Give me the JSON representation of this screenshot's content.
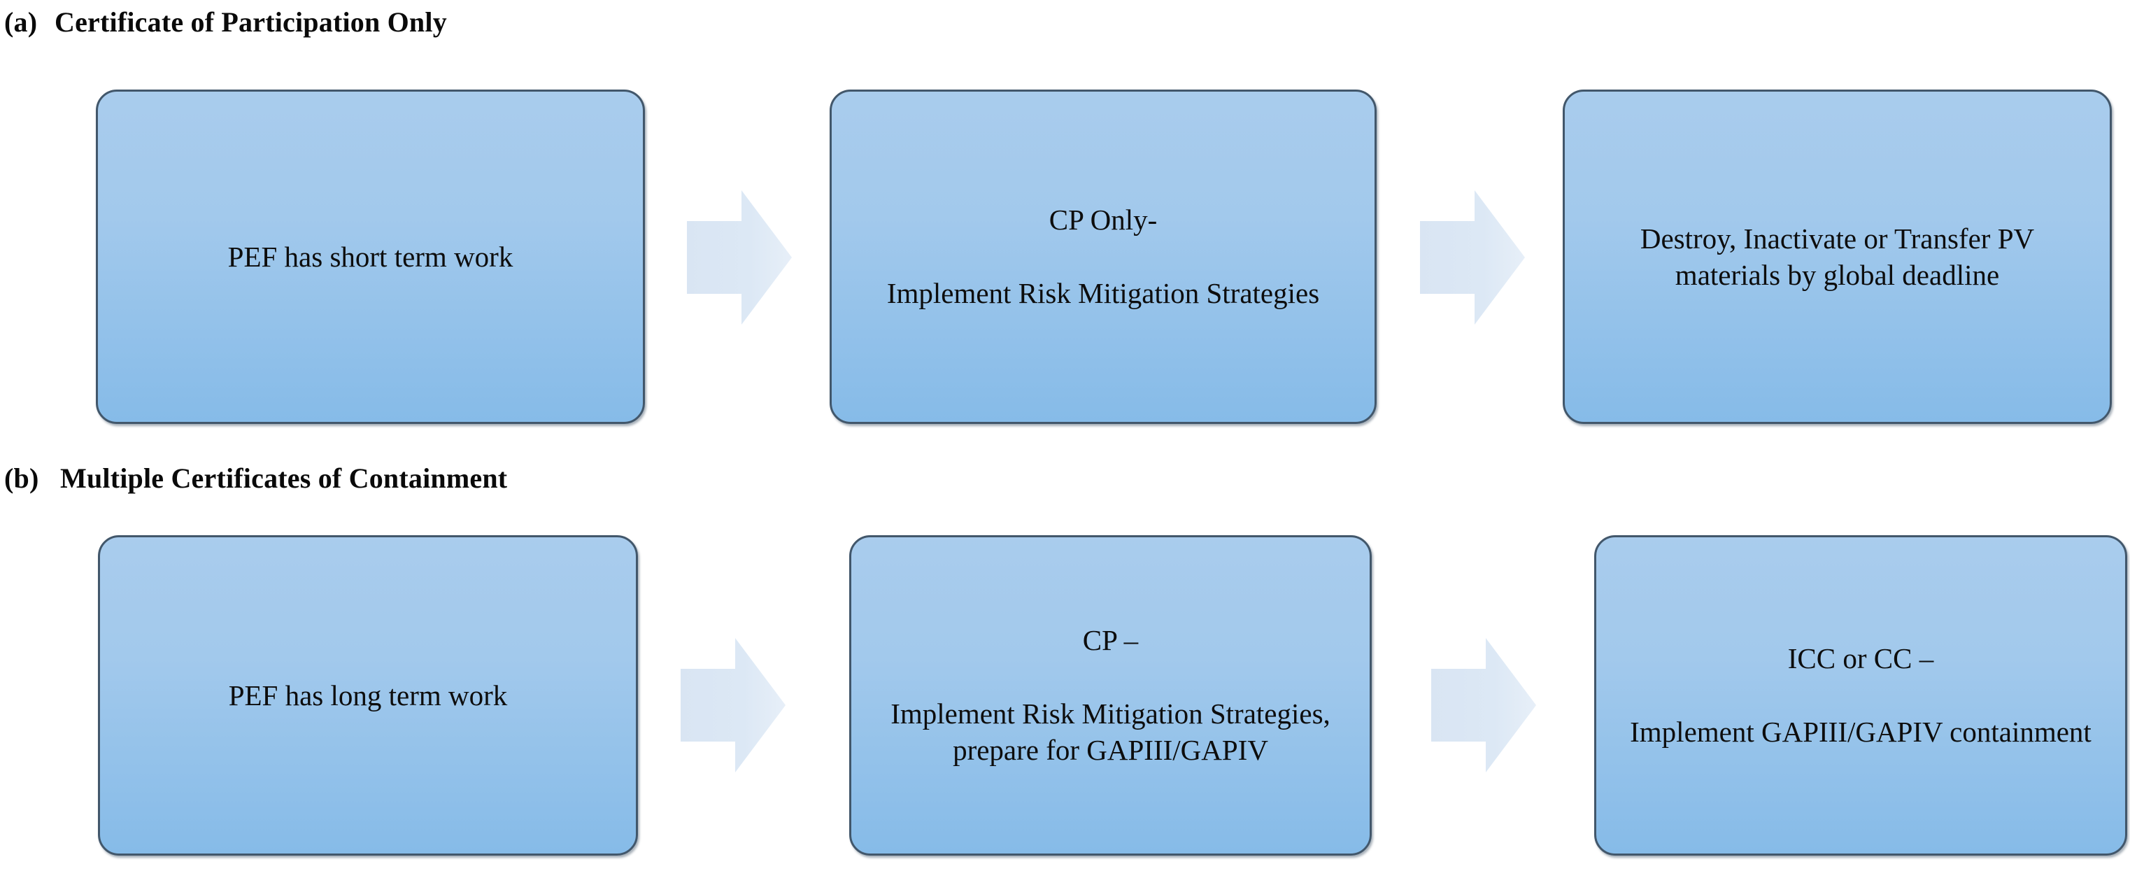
{
  "diagram": {
    "sections": [
      {
        "marker": "(a)",
        "title": "Certificate of Participation Only",
        "steps": [
          {
            "text": "PEF has short term work"
          },
          {
            "text": "CP Only-\n\nImplement Risk Mitigation Strategies"
          },
          {
            "text": "Destroy, Inactivate or Transfer PV materials by global deadline"
          }
        ],
        "arrows": [
          {
            "name": "arrow-right-icon"
          },
          {
            "name": "arrow-right-icon"
          }
        ]
      },
      {
        "marker": "(b)",
        "title": "Multiple Certificates of Containment",
        "steps": [
          {
            "text": "PEF has long term work"
          },
          {
            "text": "CP –\n\nImplement Risk Mitigation Strategies, prepare for GAPIII/GAPIV"
          },
          {
            "text": "ICC or CC –\n\nImplement GAPIII/GAPIV containment"
          }
        ],
        "arrows": [
          {
            "name": "arrow-right-icon"
          },
          {
            "name": "arrow-right-icon"
          }
        ]
      }
    ],
    "colors": {
      "box_fill_top": "#a9cced",
      "box_fill_bottom": "#86bbe8",
      "box_border": "#42576b",
      "arrow_fill": "#dce7f4",
      "text": "#0d0d0d",
      "background": "#ffffff"
    }
  }
}
